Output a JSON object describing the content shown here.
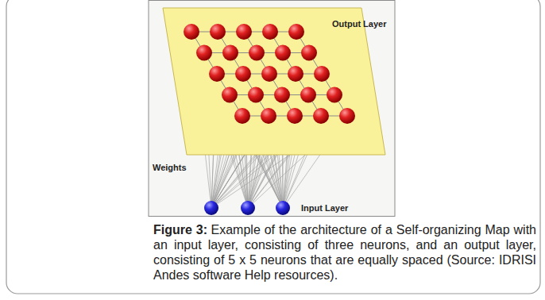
{
  "diagram": {
    "caption": "Example of the architecture of a Self-organizing Map with an input layer, consisting of three neurons, and an output layer, consisting of 5 x 5 neurons that are equally spaced (Source: IDRISI Andes software Help resources).",
    "labels": [
      "Output Layer",
      "Weights",
      "Input Layer",
      "Figure 3:"
    ]
  }
}
